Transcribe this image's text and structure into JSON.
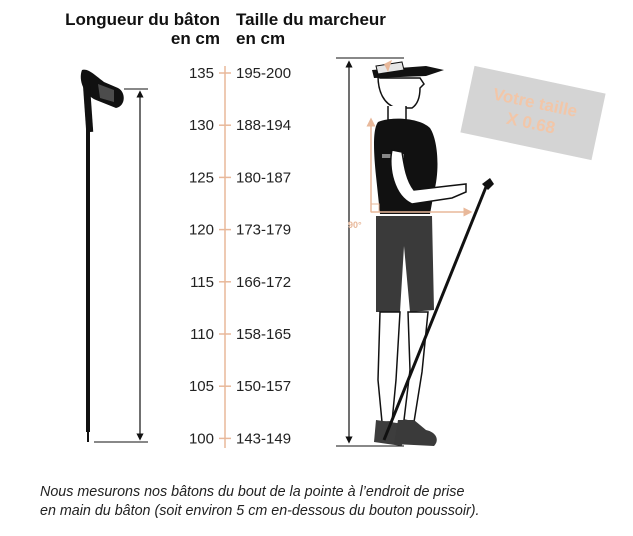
{
  "headers": {
    "pole_length": [
      "Longueur du bâton",
      "en cm"
    ],
    "walker_height": [
      "Taille du marcheur",
      "en cm"
    ]
  },
  "scale": [
    {
      "pole": "135",
      "height": "195-200"
    },
    {
      "pole": "130",
      "height": "188-194"
    },
    {
      "pole": "125",
      "height": "180-187"
    },
    {
      "pole": "120",
      "height": "173-179"
    },
    {
      "pole": "115",
      "height": "166-172"
    },
    {
      "pole": "110",
      "height": "158-165"
    },
    {
      "pole": "105",
      "height": "150-157"
    },
    {
      "pole": "100",
      "height": "143-149"
    }
  ],
  "angle_label": "90°",
  "badge": [
    "Votre taille",
    "X 0.68"
  ],
  "caption": [
    "Nous mesurons nos bâtons du bout de la pointe à l’endroit de prise",
    "en main du bâton (soit environ 5 cm en-dessous du bouton poussoir)."
  ],
  "colors": {
    "accent": "#e8b89a",
    "ink": "#111111",
    "badge_bg": "#d4d4d4",
    "badge_text": "#f2c6a8"
  }
}
